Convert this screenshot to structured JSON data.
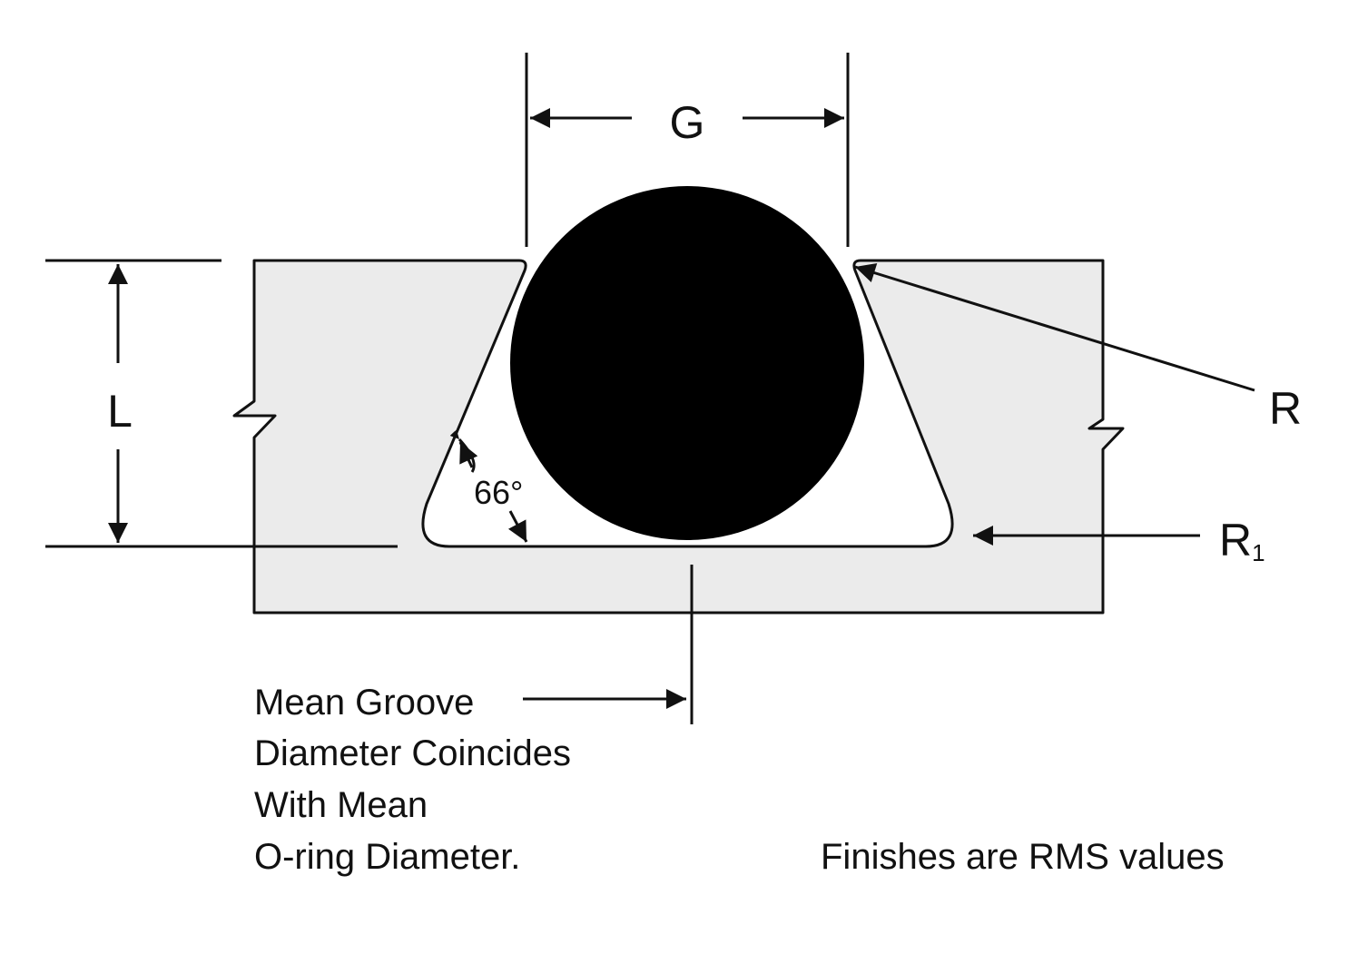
{
  "labels": {
    "width_dim": "G",
    "depth_dim": "L",
    "corner_radius": "R",
    "bottom_radius": "R",
    "bottom_radius_sub": "1",
    "angle": "66°"
  },
  "notes": {
    "mean_groove": [
      "Mean Groove",
      "Diameter Coincides",
      "With Mean",
      "O-ring Diameter."
    ],
    "finishes": "Finishes are RMS values"
  },
  "colors": {
    "body_fill": "#ebebeb",
    "stroke": "#111111",
    "oring": "#000000"
  }
}
